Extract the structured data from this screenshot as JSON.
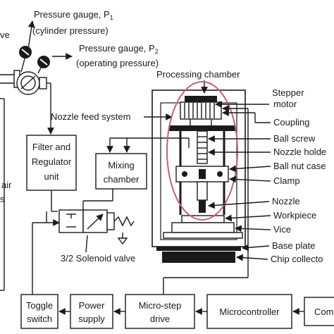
{
  "gauge_p1": {
    "line1": "Pressure gauge, P",
    "sub": "1",
    "line2": "(cylinder pressure)"
  },
  "gauge_p2": {
    "line1": "Pressure gauge, P",
    "sub": "2",
    "line2": "(operating pressure)"
  },
  "left_cut": {
    "valve": "ve",
    "air": "air",
    "s": "s"
  },
  "processing_chamber": "Processing chamber",
  "nozzle_feed_system": "Nozzle feed system",
  "filter_unit": [
    "Filter and",
    "Regulator",
    "unit"
  ],
  "mixing_chamber": [
    "Mixing",
    "chamber"
  ],
  "solenoid_valve": "3/2 Solenoid valve",
  "right_labels": {
    "stepper_motor": [
      "Stepper",
      "motor"
    ],
    "coupling": "Coupling",
    "ball_screw": "Ball screw",
    "nozzle_holder": "Nozzle holde",
    "ball_nut_case": "Ball nut case",
    "clamp": "Clamp",
    "nozzle": "Nozzle",
    "workpiece": "Workpiece",
    "vice": "Vice",
    "base_plate": "Base plate",
    "chip_collector": "Chip collecto"
  },
  "bottom_row": {
    "toggle_switch": [
      "Toggle",
      "switch"
    ],
    "power_supply": [
      "Power",
      "supply"
    ],
    "micro_step_drive": [
      "Micro-step",
      "drive"
    ],
    "microcontroller": "Microcontroller",
    "computer_cut": "Com"
  },
  "colors": {
    "line": "#1a1a1a",
    "ellipse": "#c0607a",
    "fill_dark": "#1a1a1a"
  }
}
